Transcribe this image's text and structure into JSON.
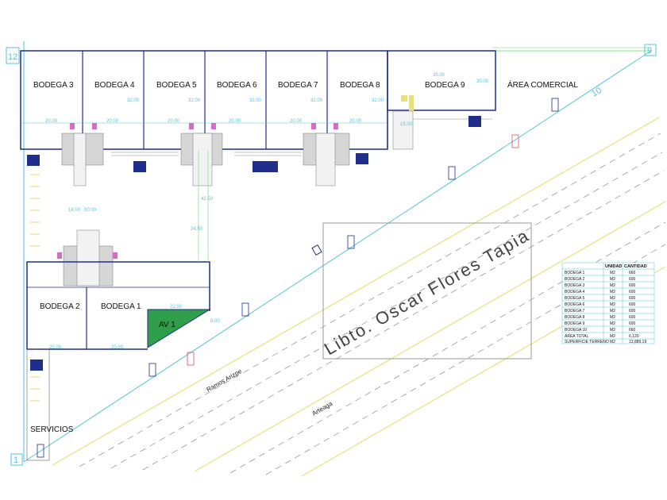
{
  "plan": {
    "warehouses_top": [
      "BODEGA 3",
      "BODEGA 4",
      "BODEGA 5",
      "BODEGA 6",
      "BODEGA 7",
      "BODEGA 8",
      "BODEGA 9"
    ],
    "warehouses_bottom": [
      "BODEGA 2",
      "BODEGA 1"
    ],
    "commercial_area": "ÁREA COMERCIAL",
    "green_area": "AV 1",
    "services": "SERVICIOS",
    "park_name": "Libto. Oscar Flores Tapia",
    "streets": [
      "Ramos Arizpe",
      "Arteaga"
    ],
    "vertex_markers": [
      "1",
      "9",
      "10",
      "12"
    ],
    "dimensions": {
      "top_widths": [
        "20.00",
        "20.00",
        "20.00",
        "20.00",
        "20.00",
        "20.00"
      ],
      "top_depths": [
        "32.00",
        "32.00",
        "32.00",
        "32.00",
        "32.00"
      ],
      "bodega9_width": "35.00",
      "bodega9_depth": "30.00",
      "bodega9_side": "15.00",
      "aisle_a": "14.00",
      "aisle_b": "50.00",
      "aisle_c": "42.50",
      "aisle_d": "24.50",
      "av_width": "22.00",
      "av_diag": "8.00",
      "bottom_widths": [
        "20.00",
        "20.00"
      ]
    }
  },
  "table": {
    "headers": [
      "",
      "UNIDAD",
      "CANTIDAD"
    ],
    "rows": [
      [
        "BODEGA 1",
        "M2",
        "660"
      ],
      [
        "BODEGA 2",
        "M2",
        "600"
      ],
      [
        "BODEGA 3",
        "M2",
        "600"
      ],
      [
        "BODEGA 4",
        "M2",
        "600"
      ],
      [
        "BODEGA 5",
        "M2",
        "600"
      ],
      [
        "BODEGA 6",
        "M2",
        "600"
      ],
      [
        "BODEGA 7",
        "M2",
        "600"
      ],
      [
        "BODEGA 8",
        "M2",
        "600"
      ],
      [
        "BODEGA 9",
        "M2",
        "600"
      ],
      [
        "BODEGA 10",
        "M2",
        "660"
      ],
      [
        "AREA TOTAL",
        "M2",
        "6,120"
      ],
      [
        "SUPERFICIE TERRENO",
        "M2",
        "13,889.19"
      ]
    ]
  },
  "colors": {
    "wall": "#1f2e8c",
    "dimension": "#55c3d8",
    "road_edge": "#e6e37a",
    "road_dash": "#9a9a9a",
    "green": "#2e9e4a",
    "boundary": "#8ee08e",
    "ramp": "#9a9a9a",
    "stall": "#e8e07a"
  }
}
